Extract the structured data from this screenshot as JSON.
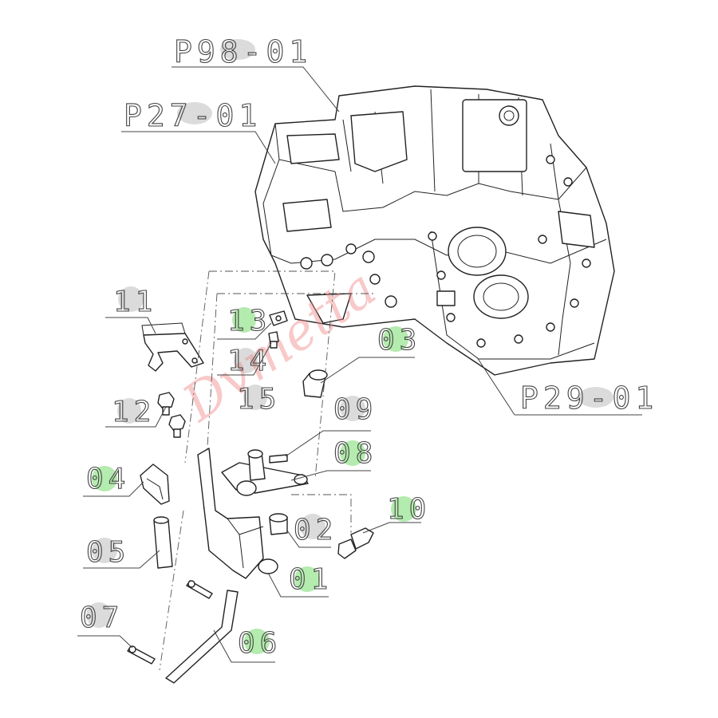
{
  "diagram": {
    "labels": {
      "p98": "P98-01",
      "p27": "P27-01",
      "p29": "P29-01",
      "l11": "11",
      "l13": "13",
      "l14": "14",
      "l15": "15",
      "l12": "12",
      "l03": "03",
      "l09": "09",
      "l08": "08",
      "l04": "04",
      "l10": "10",
      "l02": "02",
      "l05": "05",
      "l01": "01",
      "l07": "07",
      "l06": "06"
    },
    "highlight_colors": {
      "green": "#a7e8a0",
      "grey": "#cfcfcf"
    }
  }
}
